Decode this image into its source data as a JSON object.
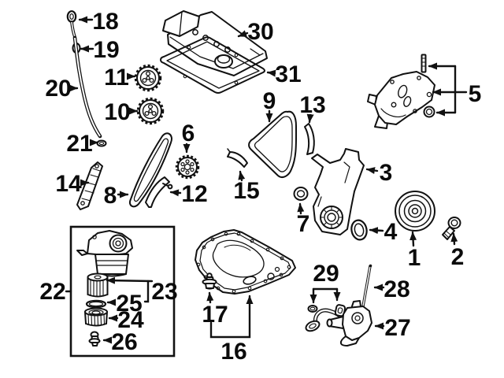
{
  "figure": {
    "type": "exploded-parts-diagram",
    "subject": "engine timing, sealing and lubrication components",
    "background_color": "#ffffff",
    "line_color": "#111111",
    "label_color": "#0b0b0b"
  },
  "callouts": [
    {
      "label": "1",
      "part": "crankshaft-pulley"
    },
    {
      "label": "2",
      "part": "crankshaft-pulley-bolt"
    },
    {
      "label": "3",
      "part": "timing-cover-lower"
    },
    {
      "label": "4",
      "part": "seal-ring"
    },
    {
      "label": "5",
      "part": "timing-cover-upper-with-stud-and-seal"
    },
    {
      "label": "6",
      "part": "chain-sprocket"
    },
    {
      "label": "7",
      "part": "shaft-seal"
    },
    {
      "label": "8",
      "part": "timing-chain"
    },
    {
      "label": "9",
      "part": "secondary-timing-chain"
    },
    {
      "label": "10",
      "part": "camshaft-adjuster-lower"
    },
    {
      "label": "11",
      "part": "camshaft-adjuster-upper"
    },
    {
      "label": "12",
      "part": "chain-guide-rail"
    },
    {
      "label": "13",
      "part": "upper-chain-guide"
    },
    {
      "label": "14",
      "part": "chain-tensioner-rail"
    },
    {
      "label": "15",
      "part": "curved-chain-guide"
    },
    {
      "label": "16",
      "part": "oil-pan"
    },
    {
      "label": "17",
      "part": "oil-drain-plug"
    },
    {
      "label": "18",
      "part": "oil-dipstick"
    },
    {
      "label": "19",
      "part": "dipstick-tube-grommet"
    },
    {
      "label": "20",
      "part": "dipstick-guide-tube"
    },
    {
      "label": "21",
      "part": "dipstick-tube-o-ring"
    },
    {
      "label": "22",
      "part": "oil-filter-housing-assembly"
    },
    {
      "label": "23",
      "part": "oil-filter-element"
    },
    {
      "label": "24",
      "part": "oil-filter-cap"
    },
    {
      "label": "25",
      "part": "filter-cap-o-ring"
    },
    {
      "label": "26",
      "part": "filter-housing-drain-plug"
    },
    {
      "label": "27",
      "part": "oil-pump"
    },
    {
      "label": "28",
      "part": "oil-pump-drive-shaft"
    },
    {
      "label": "29",
      "part": "suction-pipe-seal-and-gasket"
    },
    {
      "label": "30",
      "part": "cylinder-head-cover"
    },
    {
      "label": "31",
      "part": "cylinder-head-cover-gasket"
    }
  ]
}
